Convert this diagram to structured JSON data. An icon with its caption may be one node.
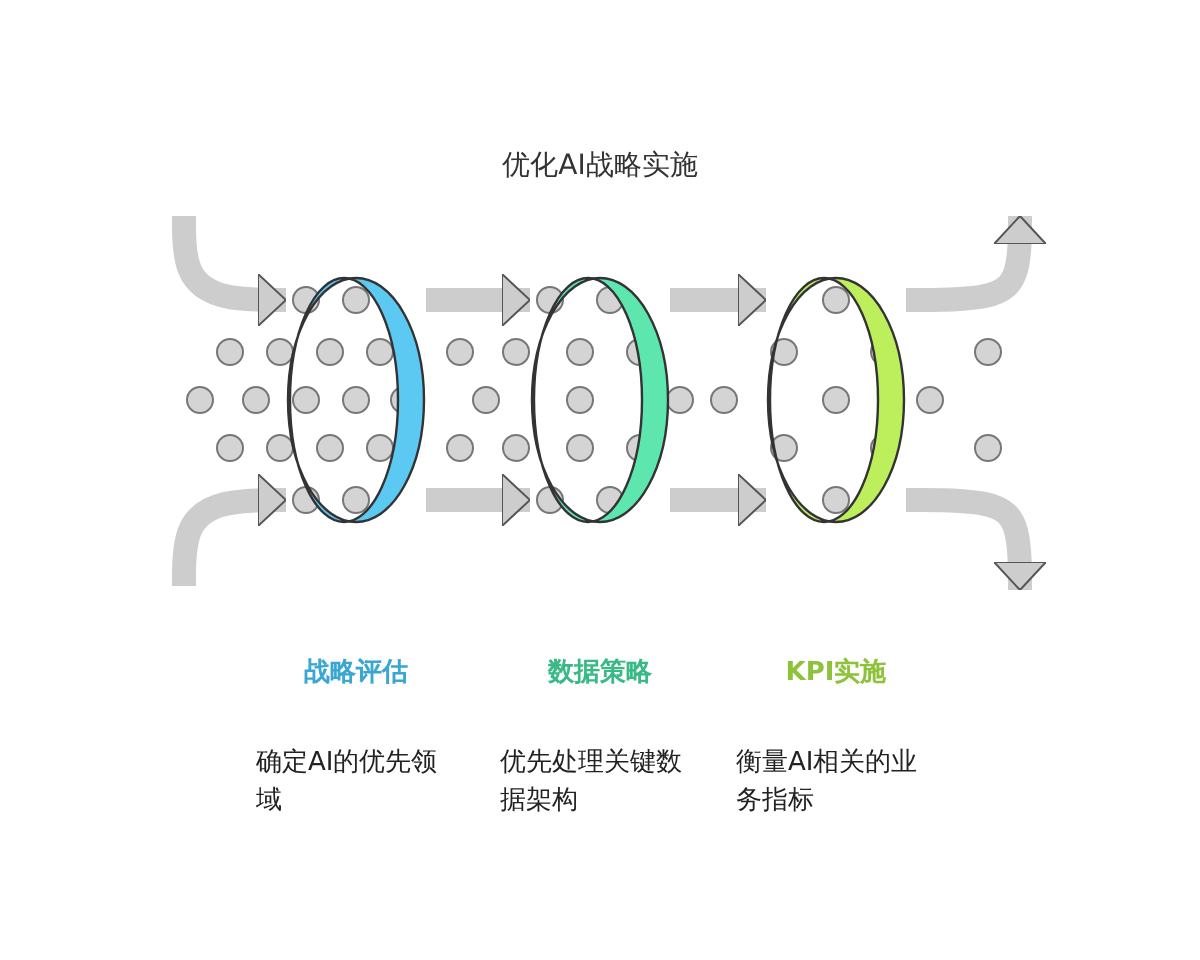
{
  "diagram": {
    "title": "优化AI战略实施",
    "nodes": [
      {
        "text": [],
        "shape": "ring",
        "beside": [
          "战略评估",
          "确定AI的优先领域"
        ]
      },
      {
        "text": [],
        "shape": "ring",
        "beside": [
          "数据策略",
          "优先处理关键数据架构"
        ]
      },
      {
        "text": [],
        "shape": "ring",
        "beside": [
          "KPI实施",
          "衡量AI相关的业务指标"
        ]
      }
    ],
    "edges": [
      {
        "from": null,
        "to": 0,
        "arrow": "to"
      },
      {
        "from": null,
        "to": 0,
        "arrow": "to"
      },
      {
        "from": 0,
        "to": 1,
        "arrow": "to"
      },
      {
        "from": 0,
        "to": 1,
        "arrow": "to"
      },
      {
        "from": 1,
        "to": 2,
        "arrow": "to"
      },
      {
        "from": 1,
        "to": 2,
        "arrow": "to"
      },
      {
        "from": 2,
        "to": null,
        "arrow": "to"
      },
      {
        "from": 2,
        "to": null,
        "arrow": "to"
      }
    ]
  }
}
